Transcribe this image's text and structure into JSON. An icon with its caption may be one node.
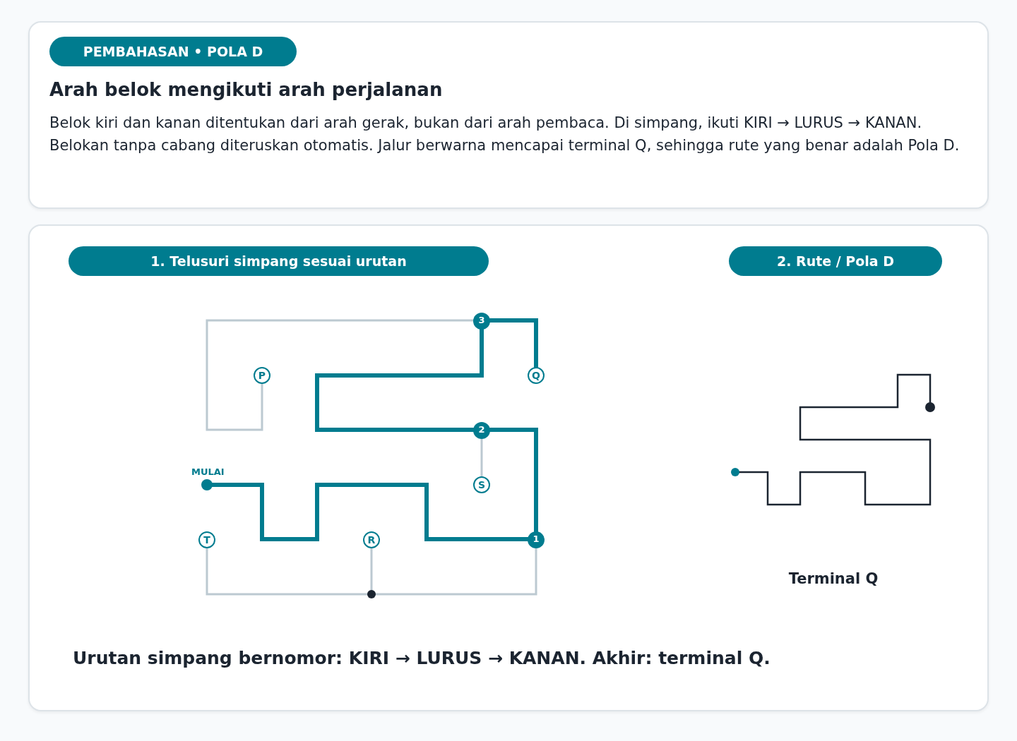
{
  "diagram": {
    "nodes": [
      {
        "text": [
          "Arah belok mengikuti arah perjalanan",
          "Belok kiri dan kanan ditentukan dari arah gerak, bukan dari arah pembaca. Di simpang, ikuti KIRI → LURUS → KANAN. Belokan tanpa cabang diteruskan otomatis. Jalur berwarna mencapai terminal Q, sehingga rute yang benar adalah Pola D."
        ]
      },
      {
        "text": [
          "PEMBAHASAN • POLA D"
        ],
        "in": 0
      },
      {
        "text": [
          "Urutan simpang bernomor: KIRI → LURUS → KANAN. Akhir: terminal Q."
        ]
      },
      {
        "text": [
          "1. Telusuri simpang sesuai urutan"
        ],
        "in": 2
      },
      {
        "text": [
          "2. Rute / Pola D"
        ],
        "in": 2
      },
      {
        "text": [],
        "shape": "circle",
        "beside": [
          "MULAI"
        ],
        "in": 2
      },
      {
        "text": [
          "1"
        ],
        "in": 2
      },
      {
        "text": [
          "2"
        ],
        "in": 2
      },
      {
        "text": [
          "3"
        ],
        "in": 2
      },
      {
        "text": [
          "P"
        ],
        "in": 2
      },
      {
        "text": [
          "Q"
        ],
        "in": 2
      },
      {
        "text": [
          "R"
        ],
        "in": 2
      },
      {
        "text": [
          "S"
        ],
        "in": 2
      },
      {
        "text": [
          "T"
        ],
        "in": 2
      },
      {
        "text": [],
        "shape": "circle",
        "in": 2
      },
      {
        "text": [],
        "shape": "circle",
        "in": 2
      },
      {
        "text": [],
        "shape": "circle",
        "in": 2
      }
    ],
    "edges": [
      {
        "from": 5,
        "to": 6,
        "arrow": "none",
        "style": "thick",
        "color": "#007c8f"
      },
      {
        "from": 6,
        "to": 7,
        "arrow": "none",
        "style": "thick",
        "color": "#007c8f"
      },
      {
        "from": 7,
        "to": 8,
        "arrow": "none",
        "style": "thick",
        "color": "#007c8f"
      },
      {
        "from": 8,
        "to": 10,
        "arrow": "none",
        "style": "thick",
        "color": "#007c8f"
      },
      {
        "from": 7,
        "to": 12,
        "arrow": "none"
      },
      {
        "from": 8,
        "to": 9,
        "arrow": "none"
      },
      {
        "from": 6,
        "to": 14,
        "arrow": "none"
      },
      {
        "from": 14,
        "to": 11,
        "arrow": "none"
      },
      {
        "from": 14,
        "to": 13,
        "arrow": "none"
      },
      {
        "from": 15,
        "to": 16,
        "arrow": "none",
        "color": "#1b2430"
      }
    ],
    "labels": [
      "Terminal Q"
    ]
  }
}
